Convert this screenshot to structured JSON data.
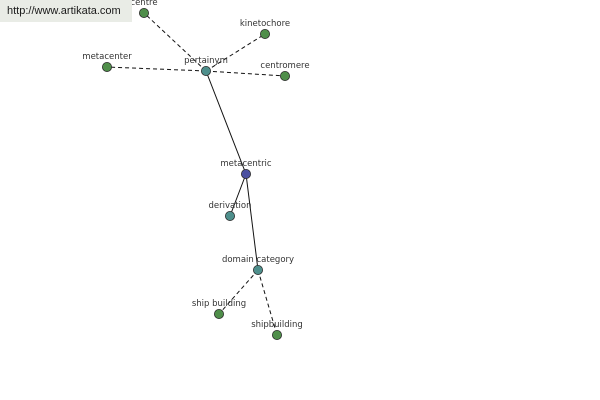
{
  "source": {
    "url_text": "http://www.artikata.com"
  },
  "colors": {
    "center": "#4a4fa0",
    "relation": "#4e8f8c",
    "leaf": "#4f8e4a"
  },
  "graph": {
    "nodes": [
      {
        "id": "metacentric",
        "label": "metacentric",
        "kind": "center"
      },
      {
        "id": "pertainym",
        "label": "pertainym",
        "kind": "relation"
      },
      {
        "id": "derivation",
        "label": "derivation",
        "kind": "relation"
      },
      {
        "id": "domain-category",
        "label": "domain category",
        "kind": "relation"
      },
      {
        "id": "centre",
        "label": "centre",
        "kind": "leaf"
      },
      {
        "id": "kinetochore",
        "label": "kinetochore",
        "kind": "leaf"
      },
      {
        "id": "metacenter",
        "label": "metacenter",
        "kind": "leaf"
      },
      {
        "id": "centromere",
        "label": "centromere",
        "kind": "leaf"
      },
      {
        "id": "ship-building",
        "label": "ship building",
        "kind": "leaf"
      },
      {
        "id": "shipbuilding",
        "label": "shipbuilding",
        "kind": "leaf"
      }
    ],
    "edges": [
      {
        "from": "metacentric",
        "to": "pertainym",
        "style": "solid"
      },
      {
        "from": "metacentric",
        "to": "derivation",
        "style": "solid"
      },
      {
        "from": "metacentric",
        "to": "domain-category",
        "style": "solid"
      },
      {
        "from": "pertainym",
        "to": "centre",
        "style": "dashed"
      },
      {
        "from": "pertainym",
        "to": "kinetochore",
        "style": "dashed"
      },
      {
        "from": "pertainym",
        "to": "metacenter",
        "style": "dashed"
      },
      {
        "from": "pertainym",
        "to": "centromere",
        "style": "dashed"
      },
      {
        "from": "domain-category",
        "to": "ship-building",
        "style": "dashed"
      },
      {
        "from": "domain-category",
        "to": "shipbuilding",
        "style": "dashed"
      }
    ]
  }
}
